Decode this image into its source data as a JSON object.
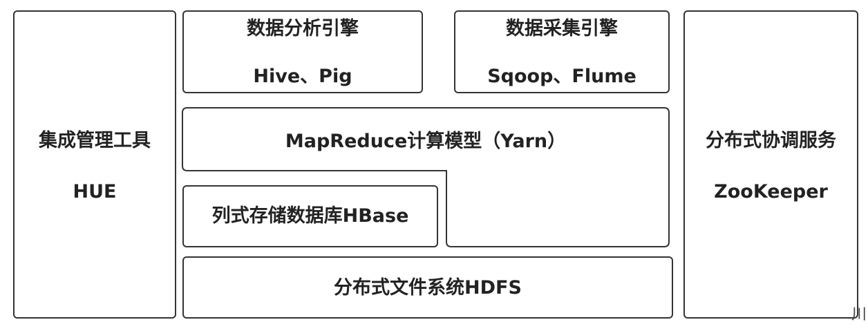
{
  "left_panel": {
    "title": "集成管理工具",
    "subtitle": "HUE"
  },
  "analysis_engine": {
    "title": "数据分析引擎",
    "subtitle": "Hive、Pig"
  },
  "collection_engine": {
    "title": "数据采集引擎",
    "subtitle": "Sqoop、Flume"
  },
  "mapreduce": {
    "title": "MapReduce计算模型（Yarn）"
  },
  "hbase": {
    "title": "列式存储数据库HBase"
  },
  "hdfs": {
    "title": "分布式文件系统HDFS"
  },
  "right_panel": {
    "title": "分布式协调服务",
    "subtitle": "ZooKeeper"
  },
  "edge_text": "川"
}
